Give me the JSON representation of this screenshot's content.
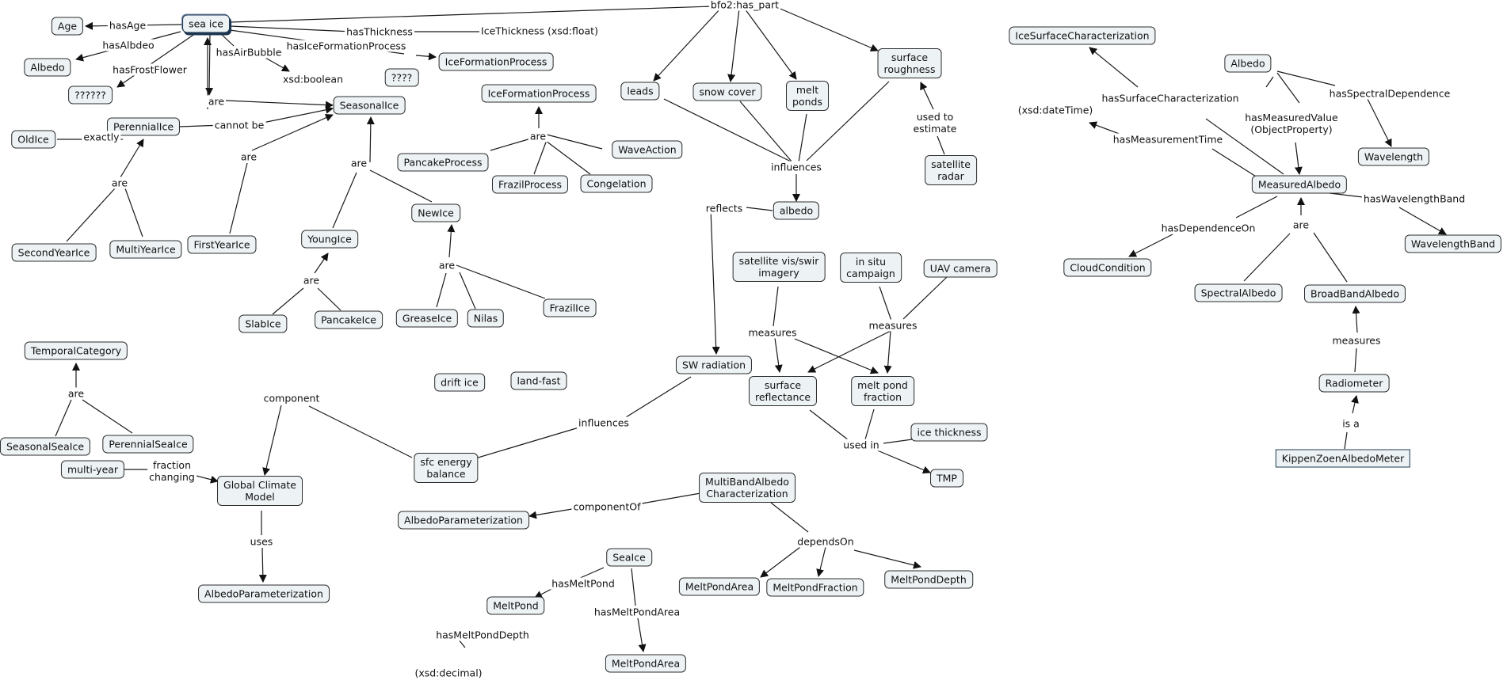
{
  "concepts": {
    "sea_ice": "sea ice",
    "age": "Age",
    "albedo_left": "Albedo",
    "unknown6": "??????",
    "ice_thickness": "IceThickness\n(xsd:float)",
    "xsd_boolean": "xsd:boolean",
    "unknown4": "????",
    "ice_formation_process_top": "IceFormationProcess",
    "ice_formation_process_2": "IceFormationProcess",
    "seasonal_ice": "SeasonalIce",
    "perennial_ice": "PerennialIce",
    "old_ice": "OldIce",
    "second_year_ice": "SecondYearIce",
    "multi_year_ice": "MultiYearIce",
    "first_year_ice": "FirstYearIce",
    "young_ice": "YoungIce",
    "new_ice": "NewIce",
    "slab_ice": "SlabIce",
    "pancake_ice": "PancakeIce",
    "grease_ice": "GreaseIce",
    "nilas": "Nilas",
    "frazil_ice": "FrazilIce",
    "pancake_process": "PancakeProcess",
    "frazil_process": "FrazilProcess",
    "congelation": "Congelation",
    "wave_action": "WaveAction",
    "leads": "leads",
    "snow_cover": "snow cover",
    "melt_ponds": "melt\nponds",
    "surface_roughness": "surface\nroughness",
    "satellite_radar": "satellite\nradar",
    "albedo_center": "albedo",
    "sw_radiation": "SW radiation",
    "sat_imagery": "satellite vis/swir\nimagery",
    "in_situ_campaign": "in situ\ncampaign",
    "uav_camera": "UAV camera",
    "surface_reflectance": "surface\nreflectance",
    "melt_pond_fraction_c": "melt pond\nfraction",
    "ice_thickness_lower": "ice thickness",
    "tmp": "TMP",
    "sfc_energy_balance": "sfc energy\nbalance",
    "temporal_category": "TemporalCategory",
    "seasonal_sea_ice": "SeasonalSeaIce",
    "perennial_sea_ice": "PerennialSeaIce",
    "multi_year": "multi-year",
    "global_climate_model": "Global Climate\nModel",
    "albedo_param_bottom": "AlbedoParameterization",
    "drift_ice": "drift ice",
    "land_fast": "land-fast",
    "albedo_param_mid": "AlbedoParameterization",
    "multiband_albedo": "MultiBandAlbedo\nCharacterization",
    "melt_pond_area": "MeltPondArea",
    "melt_pond_fraction": "MeltPondFraction",
    "melt_pond_depth": "MeltPondDepth",
    "sea_ice_class": "SeaIce",
    "melt_pond": "MeltPond",
    "melt_pond_area_2": "MeltPondArea",
    "xsd_decimal": "(xsd:decimal)",
    "ice_surface_char": "IceSurfaceCharacterization",
    "albedo_right": "Albedo",
    "xsd_datetime": "(xsd:dateTime)",
    "wavelength": "Wavelength",
    "measured_albedo": "MeasuredAlbedo",
    "wavelength_band": "WavelengthBand",
    "cloud_condition": "CloudCondition",
    "spectral_albedo": "SpectralAlbedo",
    "broadband_albedo": "BroadBandAlbedo",
    "radiometer": "Radiometer",
    "kippen_zoen": "KippenZoenAlbedoMeter"
  },
  "relations": {
    "bfo2_has_part": "bfo2:has_part",
    "has_age": "hasAge",
    "has_albedo": "hasAlbdeo",
    "has_frost_flower": "hasFrostFlower",
    "has_thickness": "hasThickness",
    "has_air_bubble": "hasAirBubble",
    "has_ice_formation_process": "hasIceFormationProcess",
    "are_sea_ice": "are",
    "cannot_be": "cannot be",
    "exactly": "exactly",
    "are_perennial": "are",
    "are_first_year": "are",
    "are_seasonal": "are",
    "are_young": "are",
    "are_new": "are",
    "are_formation": "are",
    "influences_top": "influences",
    "used_to_estimate": "used to\nestimate",
    "reflects": "reflects",
    "measures_sat": "measures",
    "measures_uav": "measures",
    "influences_bottom": "influences",
    "used_in": "used in",
    "component": "component",
    "are_temporal": "are",
    "fraction_changing": "fraction\nchanging",
    "uses": "uses",
    "component_of": "componentOf",
    "depends_on": "dependsOn",
    "has_melt_pond": "hasMeltPond",
    "has_melt_pond_area": "hasMeltPondArea",
    "has_melt_pond_depth": "hasMeltPondDepth",
    "has_surface_char": "hasSurfaceCharacterization",
    "has_measured_value": "hasMeasuredValue\n(ObjectProperty)",
    "has_spectral_dependence": "hasSpectralDependence",
    "has_measurement_time": "hasMeasurementTime",
    "has_wavelength_band": "hasWavelengthBand",
    "has_dependence_on": "hasDependenceOn",
    "are_measured": "are",
    "measures_radiometer": "measures",
    "is_a": "is a"
  }
}
